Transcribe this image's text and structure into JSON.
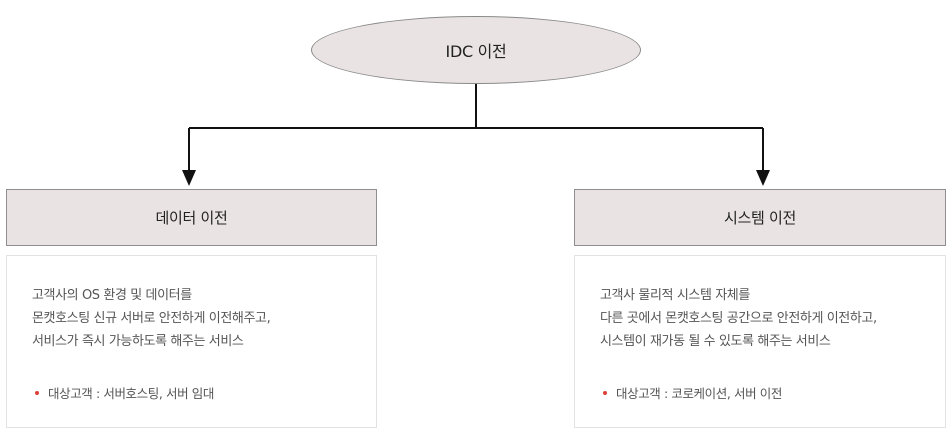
{
  "root": {
    "label": "IDC 이전"
  },
  "branches": [
    {
      "title": "데이터 이전",
      "description": [
        "고객사의 OS 환경 및 데이터를",
        "몬캣호스팅 신규 서버로 안전하게 이전해주고,",
        "서비스가 즉시 가능하도록 해주는 서비스"
      ],
      "target": "대상고객 : 서버호스팅, 서버 임대"
    },
    {
      "title": "시스템 이전",
      "description": [
        "고객사 물리적 시스템 자체를",
        "다른 곳에서 몬캣호스팅 공간으로 안전하게 이전하고,",
        "시스템이 재가동 될 수 있도록 해주는 서비스"
      ],
      "target": "대상고객 : 코로케이션, 서버 이전"
    }
  ],
  "colors": {
    "node_fill": "#e9e4e3",
    "connector": "#111111",
    "bullet": "#d9413a"
  }
}
